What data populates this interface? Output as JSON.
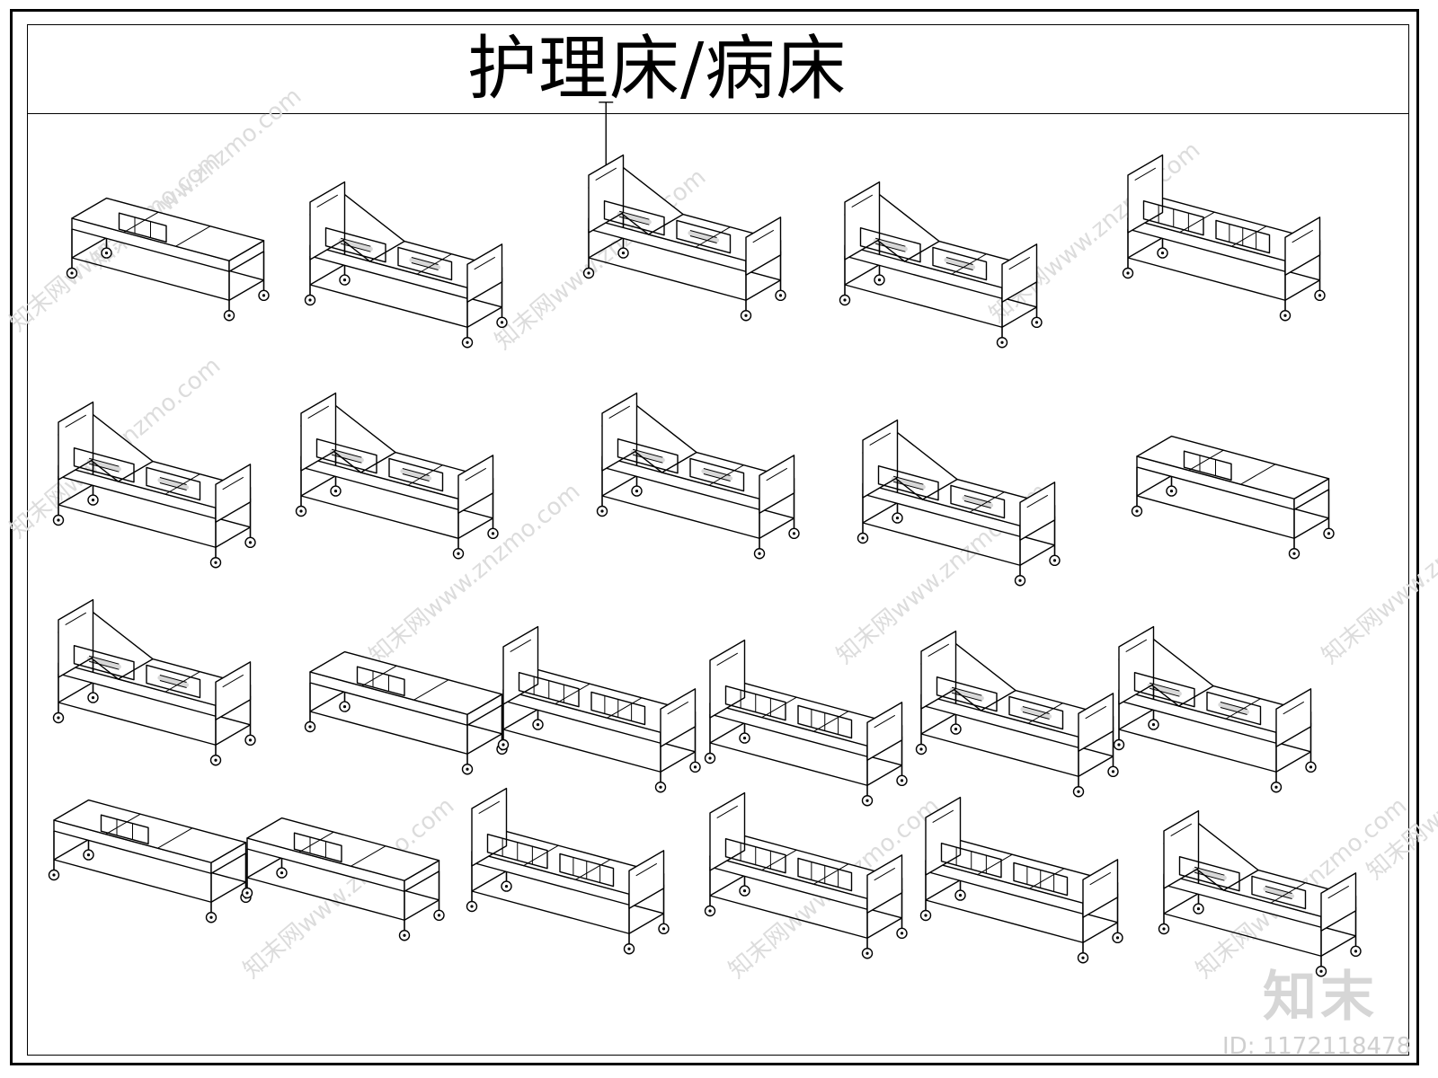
{
  "title": "护理床/病床",
  "watermark": {
    "text": "知末网www.znzmo.com",
    "logo": "知末",
    "id_label": "ID: 1172118478"
  },
  "beds": [
    {
      "type": "stretcher"
    },
    {
      "type": "electric"
    },
    {
      "type": "iv"
    },
    {
      "type": "electric"
    },
    {
      "type": "railed"
    },
    {
      "type": "electric"
    },
    {
      "type": "electric"
    },
    {
      "type": "electric"
    },
    {
      "type": "electric"
    },
    {
      "type": "stretcher"
    },
    {
      "type": "electric"
    },
    {
      "type": "stretcher"
    },
    {
      "type": "railed"
    },
    {
      "type": "railed"
    },
    {
      "type": "electric"
    },
    {
      "type": "electric"
    },
    {
      "type": "stretcher"
    },
    {
      "type": "stretcher"
    },
    {
      "type": "railed"
    },
    {
      "type": "railed"
    },
    {
      "type": "railed"
    },
    {
      "type": "electric"
    }
  ],
  "colors": {
    "line": "#000000",
    "watermark": "#dcdcdc"
  }
}
